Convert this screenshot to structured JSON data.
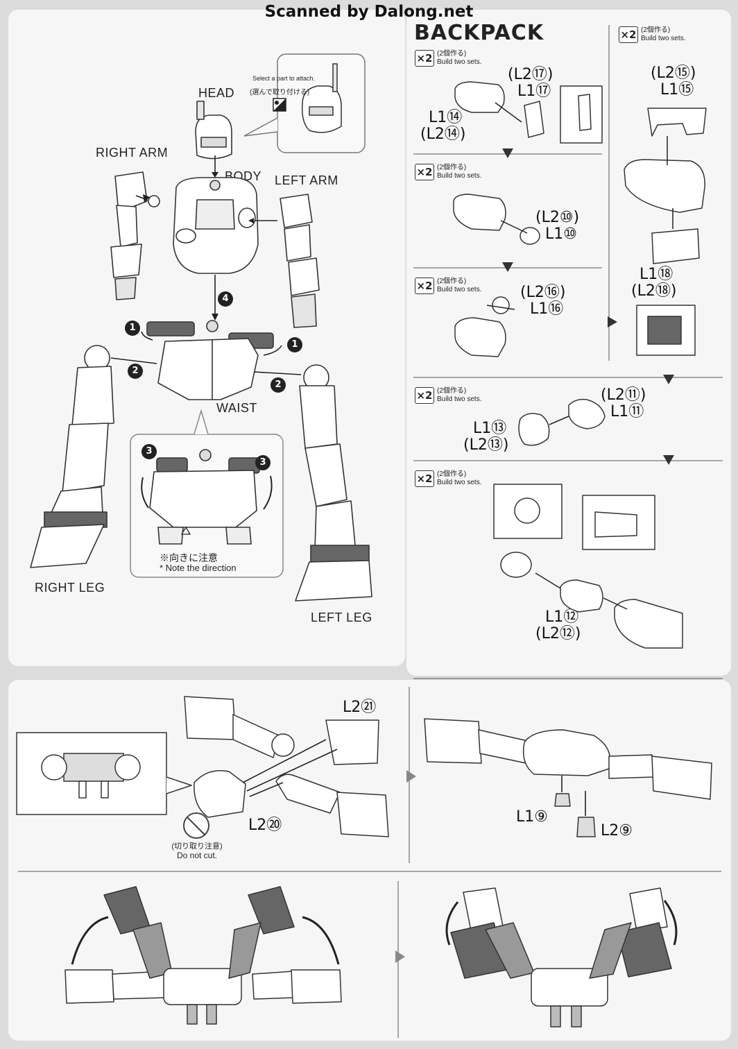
{
  "scanner_credit": "Scanned by Dalong.net",
  "assembly": {
    "head": "HEAD",
    "body": "BODY",
    "right_arm": "RIGHT ARM",
    "left_arm": "LEFT ARM",
    "waist": "WAIST",
    "right_leg": "RIGHT LEG",
    "left_leg": "LEFT LEG",
    "select_en": "Select a part to attach.",
    "select_jp": "(選んで取り付ける)",
    "direction_jp": "※向きに注意",
    "direction_en": "* Note the direction",
    "steps": [
      "1",
      "2",
      "3",
      "4"
    ]
  },
  "backpack": {
    "title": "BACKPACK",
    "build_jp": "(2個作る)",
    "build_en": "Build two sets.",
    "x2": "×2",
    "codes": {
      "a1": "(L2⑰)",
      "a2": "L1⑰",
      "b1": "L1⑭",
      "b2": "(L2⑭)",
      "c1": "(L2⑮)",
      "c2": "L1⑮",
      "d1": "(L2⑩)",
      "d2": "L1⑩",
      "e1": "L1⑱",
      "e2": "(L2⑱)",
      "f1": "(L2⑯)",
      "f2": "L1⑯",
      "g1": "(L2⑪)",
      "g2": "L1⑪",
      "h1": "L1⑬",
      "h2": "(L2⑬)",
      "i1": "L1⑫",
      "i2": "(L2⑫)"
    }
  },
  "bottom": {
    "l2_21": "L2㉑",
    "l2_20": "L2⑳",
    "l1_9": "L1⑨",
    "l2_9": "L2⑨",
    "cut_jp": "(切り取り注意)",
    "cut_en": "Do not cut."
  },
  "colors": {
    "panel": "#f6f6f6",
    "page": "#dcdcdc",
    "dark": "#555555",
    "line": "#333333"
  }
}
